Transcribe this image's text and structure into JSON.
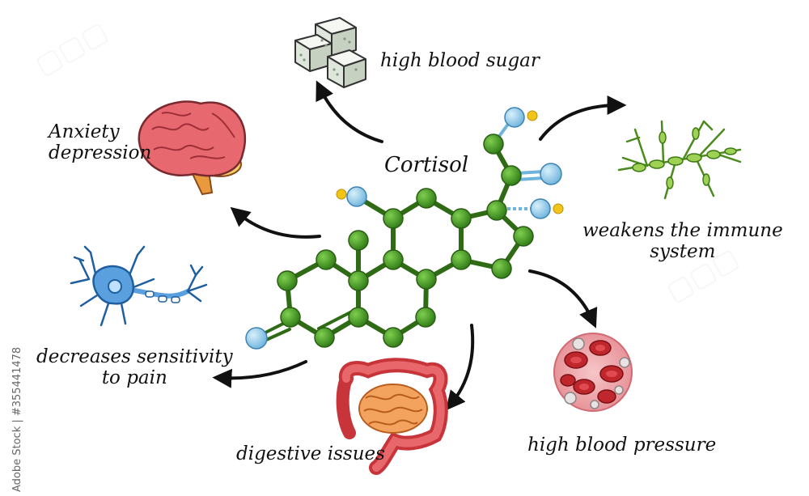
{
  "title": "Cortisol",
  "effects": {
    "blood_sugar": "high blood sugar",
    "anxiety_line1": "Anxiety",
    "anxiety_line2": "depression",
    "immune_line1": "weakens the immune",
    "immune_line2": "system",
    "pain_line1": "decreases sensitivity",
    "pain_line2": "to pain",
    "digestive": "digestive issues",
    "blood_pressure": "high blood pressure"
  },
  "stock_id": "Adobe Stock | #355441478",
  "colors": {
    "atom_green": "#3d8a1f",
    "atom_blue": "#8fc9e8",
    "hydrogen_yellow": "#f2c417",
    "arrow": "#111111",
    "brain": "#e8686f",
    "intestine": "#d9534f",
    "neuron": "#2e7cc4",
    "blood": "#c0272d"
  },
  "icons": [
    "sugar-cubes-icon",
    "brain-icon",
    "immune-cell-icon",
    "neuron-icon",
    "intestine-icon",
    "blood-cells-icon"
  ]
}
